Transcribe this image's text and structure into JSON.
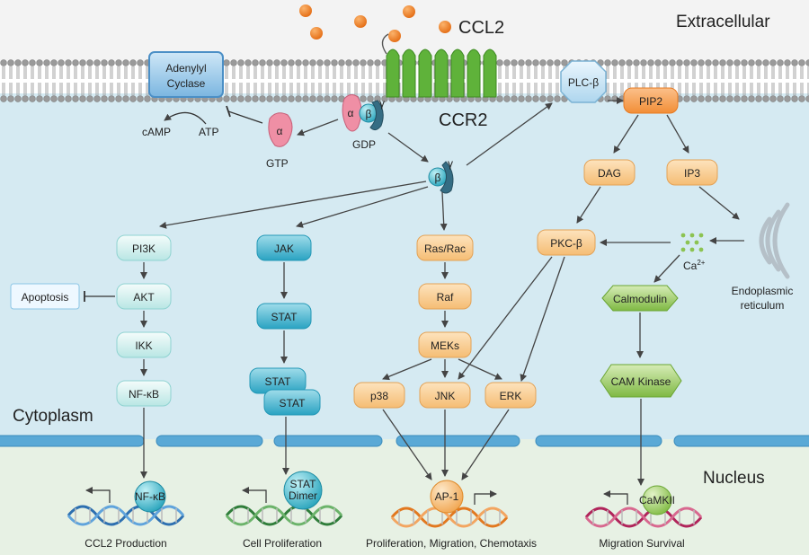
{
  "regions": {
    "extracellular": "Extracellular",
    "cytoplasm": "Cytoplasm",
    "nucleus": "Nucleus"
  },
  "membrane": {
    "ligand": "CCL2",
    "receptor": "CCR2",
    "adenylyl_cyclase": "Adenylyl Cyclase",
    "plc": "PLC-β"
  },
  "g_protein": {
    "alpha": "α",
    "beta": "β",
    "gamma": "γ",
    "gdp": "GDP",
    "gtp": "GTP",
    "camp": "cAMP",
    "atp": "ATP"
  },
  "nodes": {
    "pip2": "PIP2",
    "dag": "DAG",
    "ip3": "IP3",
    "pkc": "PKC-β",
    "ca": "Ca",
    "ca_sup": "2+",
    "er": "Endoplasmic",
    "er2": "reticulum",
    "calmodulin": "Calmodulin",
    "cam_kinase": "CAM Kinase",
    "pi3k": "PI3K",
    "akt": "AKT",
    "ikk": "IKK",
    "nfkb": "NF-κB",
    "apoptosis": "Apoptosis",
    "jak": "JAK",
    "stat": "STAT",
    "stat_a": "STAT",
    "stat_b": "STAT",
    "rasrac": "Ras/Rac",
    "raf": "Raf",
    "meks": "MEKs",
    "p38": "p38",
    "jnk": "JNK",
    "erk": "ERK"
  },
  "nuclear": {
    "nfkb": "NF-κB",
    "stat_dimer_1": "STAT",
    "stat_dimer_2": "Dimer",
    "ap1": "AP-1",
    "camkii": "CaMKII"
  },
  "outcomes": {
    "ccl2_production": "CCL2 Production",
    "cell_proliferation": "Cell Proliferation",
    "ap1_outcome": "Proliferation, Migration, Chemotaxis",
    "migration_survival": "Migration Survival"
  },
  "colors": {
    "extracellular_bg": "#f2f2f2",
    "cytoplasm_bg": "#d6ebf3",
    "nucleus_bg": "#e6f0e3",
    "receptor_green": "#5fb23a",
    "ligand_orange": "#ef7c1d",
    "orange_node": "#f7c17a",
    "pip2_orange": "#f59a45",
    "light_cyan_node": "#d6f0ef",
    "teal_node": "#38aec8",
    "green_node": "#8cc352",
    "adenylyl": "#8fc6e8"
  }
}
